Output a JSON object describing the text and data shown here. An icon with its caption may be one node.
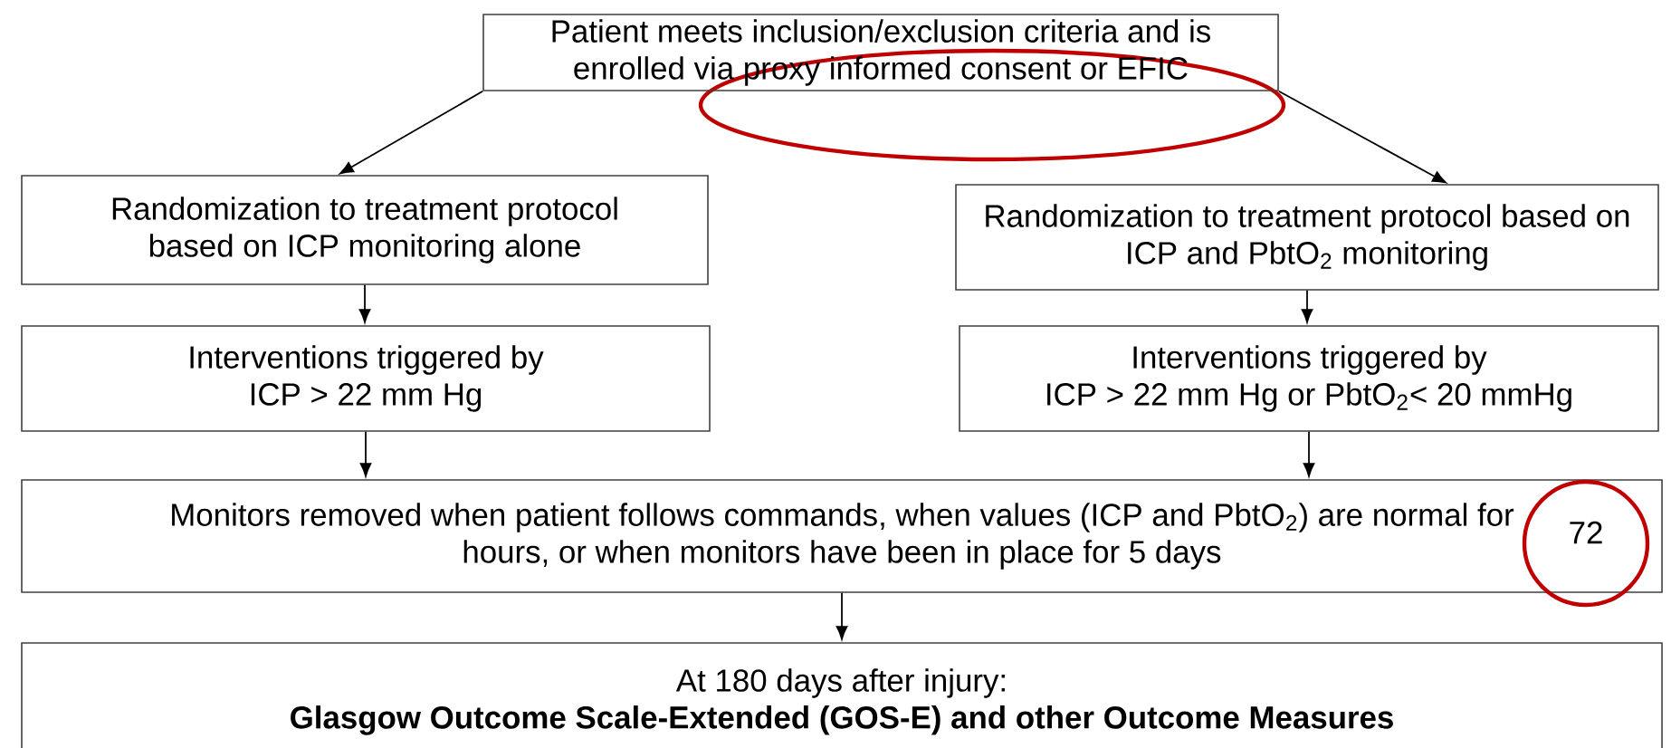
{
  "diagram": {
    "nodes": [
      {
        "text": [
          "Patient meets inclusion/exclusion criteria and is enrolled via proxy informed consent or EFIC"
        ]
      },
      {
        "text": [
          "Randomization to treatment protocol based on ICP monitoring alone"
        ]
      },
      {
        "text": [
          "Randomization to treatment protocol based on ICP and PbtO$_{2}$ monitoring"
        ]
      },
      {
        "text": [
          "Interventions triggered by ICP > 22 mm Hg"
        ]
      },
      {
        "text": [
          "Interventions triggered by ICP > 22 mm Hg or PbtO$_{2}$< 20 mmHg"
        ]
      },
      {
        "text": [
          "Monitors removed when patient follows commands, when values (ICP and PbtO$_{2}$) are normal for hours, or when monitors have been in place for 5 days"
        ]
      },
      {
        "text": [
          "At 180 days after injury:",
          "Glasgow Outcome Scale-Extended (GOS-E) and other Outcome Measures"
        ]
      },
      {
        "text": [
          "72"
        ]
      }
    ],
    "edges": [
      {
        "from": 0,
        "to": 1,
        "arrow": "to"
      },
      {
        "from": 0,
        "to": 2,
        "arrow": "to"
      },
      {
        "from": 1,
        "to": 3,
        "arrow": "to"
      },
      {
        "from": 2,
        "to": 4,
        "arrow": "to"
      },
      {
        "from": 3,
        "to": 5,
        "arrow": "to"
      },
      {
        "from": 4,
        "to": 5,
        "arrow": "to"
      },
      {
        "from": 5,
        "to": 6,
        "arrow": "to"
      }
    ]
  }
}
